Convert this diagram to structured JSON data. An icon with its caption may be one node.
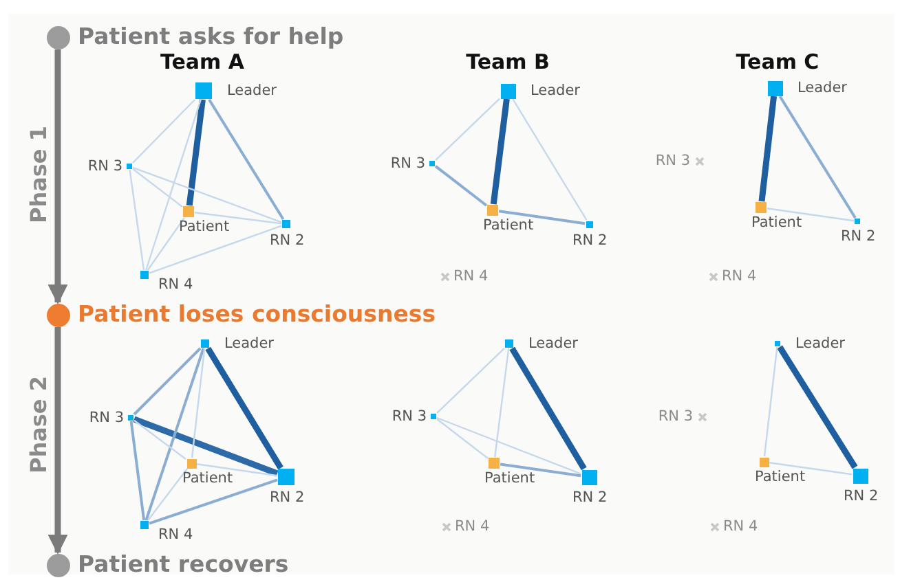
{
  "diagram": {
    "nodes": [
      {
        "text": [
          "Patient asks for help"
        ]
      },
      {
        "text": [
          "Leader"
        ]
      },
      {
        "text": [
          "RN 3"
        ]
      },
      {
        "text": [
          "Patient"
        ]
      },
      {
        "text": [
          "RN 2"
        ]
      },
      {
        "text": [
          "RN 4"
        ]
      },
      {
        "text": [
          "Leader"
        ]
      },
      {
        "text": [
          "RN 3"
        ]
      },
      {
        "text": [
          "Patient"
        ]
      },
      {
        "text": [
          "RN 2"
        ]
      },
      {
        "text": [
          "RN 4"
        ]
      },
      {
        "text": [
          "Leader"
        ]
      },
      {
        "text": [
          "RN 3"
        ]
      },
      {
        "text": [
          "Patient"
        ]
      },
      {
        "text": [
          "RN 2"
        ]
      },
      {
        "text": [
          "RN 4"
        ]
      },
      {
        "text": [
          "Patient loses consciousness"
        ]
      },
      {
        "text": [
          "Leader"
        ]
      },
      {
        "text": [
          "RN 3"
        ]
      },
      {
        "text": [
          "Patient"
        ]
      },
      {
        "text": [
          "RN 2"
        ]
      },
      {
        "text": [
          "RN 4"
        ]
      },
      {
        "text": [
          "Leader"
        ]
      },
      {
        "text": [
          "RN 3"
        ]
      },
      {
        "text": [
          "Patient"
        ]
      },
      {
        "text": [
          "RN 2"
        ]
      },
      {
        "text": [
          "RN 4"
        ]
      },
      {
        "text": [
          "Leader"
        ]
      },
      {
        "text": [
          "RN 3"
        ]
      },
      {
        "text": [
          "Patient"
        ]
      },
      {
        "text": [
          "RN 2"
        ]
      },
      {
        "text": [
          "RN 4"
        ]
      },
      {
        "text": [
          "Patient recovers"
        ]
      }
    ],
    "edges": [
      {
        "from": 0,
        "to": 16,
        "arrow": "to",
        "style": "thick",
        "color": "#7b7b7b"
      },
      {
        "from": 16,
        "to": 32,
        "arrow": "to",
        "style": "thick",
        "color": "#7b7b7b"
      },
      {
        "from": 1,
        "to": 3,
        "arrow": "none",
        "style": "thick",
        "color": "#1f5f9f"
      },
      {
        "from": 1,
        "to": 4,
        "arrow": "none",
        "color": "#8badd2"
      },
      {
        "from": 1,
        "to": 2,
        "arrow": "none"
      },
      {
        "from": 1,
        "to": 5,
        "arrow": "none"
      },
      {
        "from": 2,
        "to": 4,
        "arrow": "none"
      },
      {
        "from": 2,
        "to": 3,
        "arrow": "none"
      },
      {
        "from": 2,
        "to": 5,
        "arrow": "none"
      },
      {
        "from": 3,
        "to": 4,
        "arrow": "none"
      },
      {
        "from": 5,
        "to": 3,
        "arrow": "none"
      },
      {
        "from": 5,
        "to": 4,
        "arrow": "none"
      },
      {
        "from": 6,
        "to": 8,
        "arrow": "none",
        "style": "thick",
        "color": "#1f5f9f"
      },
      {
        "from": 6,
        "to": 7,
        "arrow": "none"
      },
      {
        "from": 6,
        "to": 9,
        "arrow": "none"
      },
      {
        "from": 7,
        "to": 8,
        "arrow": "none",
        "color": "#8badd2"
      },
      {
        "from": 8,
        "to": 9,
        "arrow": "none",
        "color": "#8badd2"
      },
      {
        "from": 11,
        "to": 13,
        "arrow": "none",
        "style": "thick",
        "color": "#1f5f9f"
      },
      {
        "from": 11,
        "to": 14,
        "arrow": "none",
        "color": "#8badd2"
      },
      {
        "from": 13,
        "to": 14,
        "arrow": "none"
      },
      {
        "from": 17,
        "to": 20,
        "arrow": "none",
        "style": "thick",
        "color": "#1f5f9f"
      },
      {
        "from": 18,
        "to": 20,
        "arrow": "none",
        "style": "thick",
        "color": "#2c6aa8"
      },
      {
        "from": 17,
        "to": 18,
        "arrow": "none",
        "color": "#8badd2"
      },
      {
        "from": 17,
        "to": 21,
        "arrow": "none",
        "color": "#8badd2"
      },
      {
        "from": 17,
        "to": 19,
        "arrow": "none"
      },
      {
        "from": 18,
        "to": 21,
        "arrow": "none",
        "color": "#8badd2"
      },
      {
        "from": 18,
        "to": 19,
        "arrow": "none"
      },
      {
        "from": 19,
        "to": 20,
        "arrow": "none"
      },
      {
        "from": 21,
        "to": 20,
        "arrow": "none",
        "color": "#8badd2"
      },
      {
        "from": 21,
        "to": 19,
        "arrow": "none"
      },
      {
        "from": 22,
        "to": 25,
        "arrow": "none",
        "style": "thick",
        "color": "#1f5f9f"
      },
      {
        "from": 22,
        "to": 23,
        "arrow": "none"
      },
      {
        "from": 22,
        "to": 24,
        "arrow": "none"
      },
      {
        "from": 23,
        "to": 24,
        "arrow": "none"
      },
      {
        "from": 23,
        "to": 25,
        "arrow": "none"
      },
      {
        "from": 24,
        "to": 25,
        "arrow": "none",
        "color": "#8badd2"
      },
      {
        "from": 27,
        "to": 30,
        "arrow": "none",
        "style": "thick",
        "color": "#1f5f9f"
      },
      {
        "from": 27,
        "to": 29,
        "arrow": "none"
      },
      {
        "from": 29,
        "to": 30,
        "arrow": "none"
      }
    ],
    "labels": [
      "Team A",
      "Team B",
      "Team C",
      "Phase 1",
      "Phase 2"
    ]
  }
}
